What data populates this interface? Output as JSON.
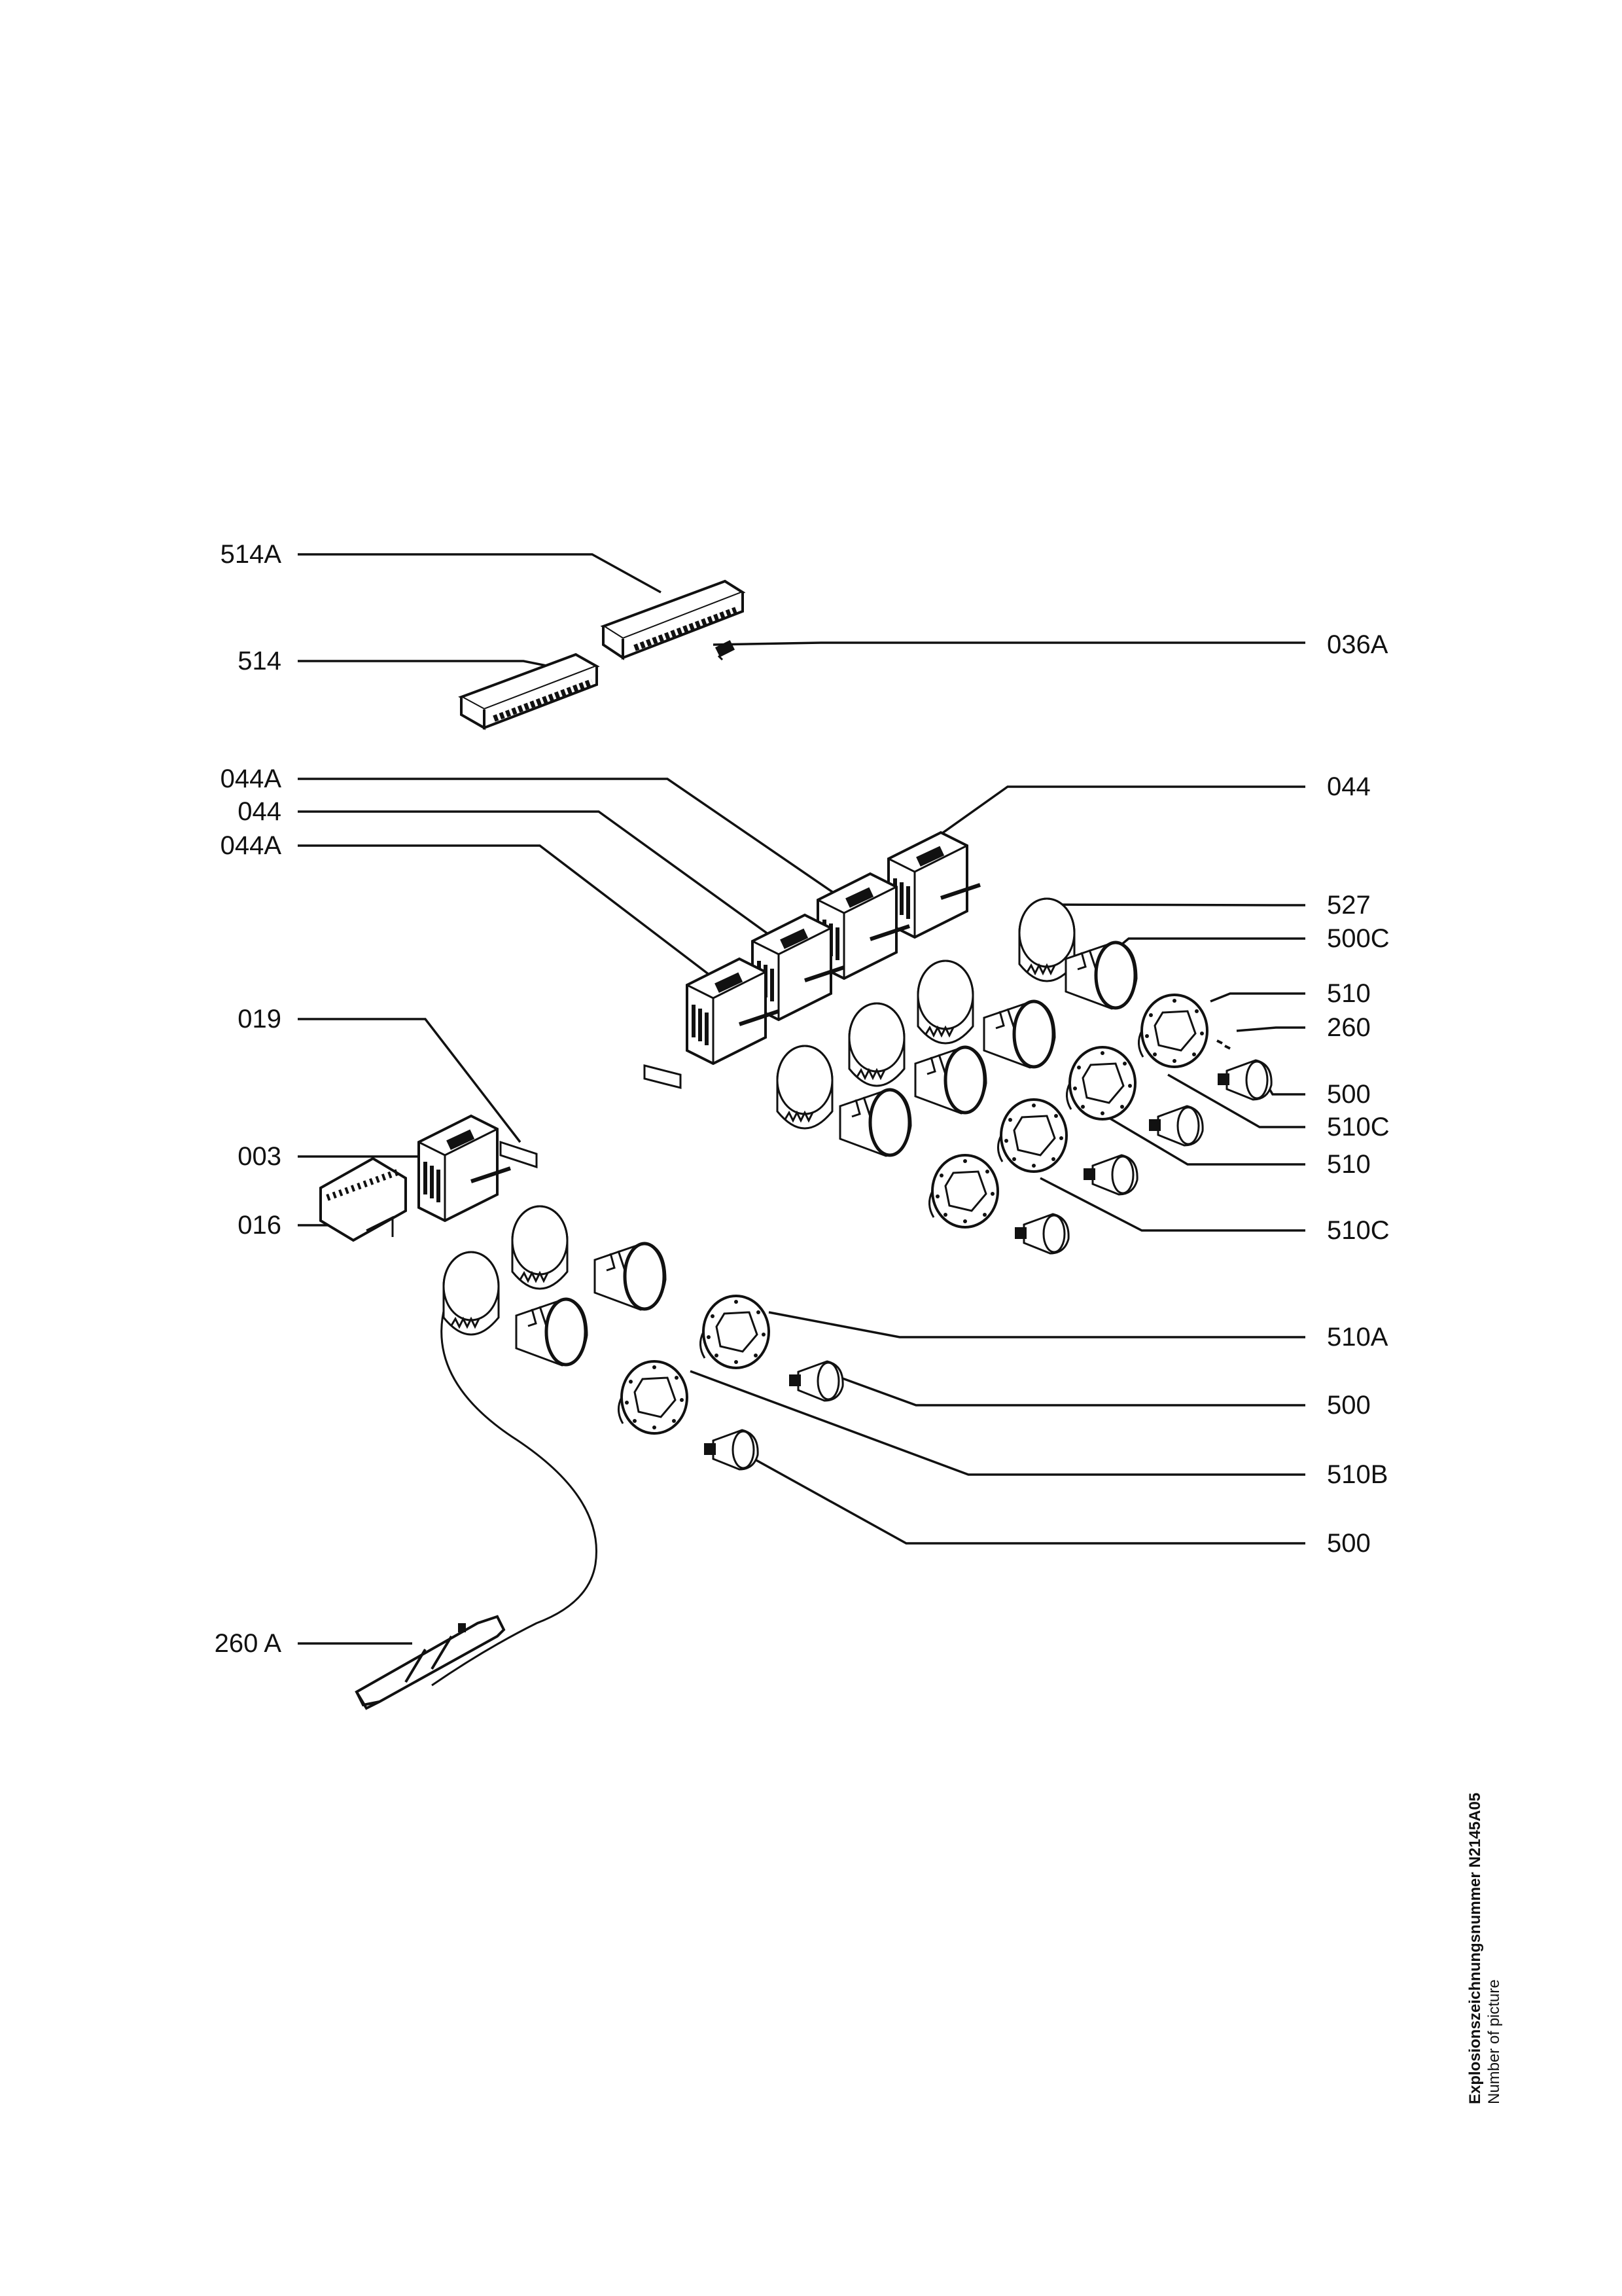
{
  "labels": {
    "l_514A": "514A",
    "l_514": "514",
    "l_036A": "036A",
    "l_044A_1": "044A",
    "l_044_1": "044",
    "l_044A_2": "044A",
    "l_044_r": "044",
    "l_527": "527",
    "l_500C": "500C",
    "l_510_1": "510",
    "l_260": "260",
    "l_500_1": "500",
    "l_510C_1": "510C",
    "l_510_2": "510",
    "l_510C_2": "510C",
    "l_019": "019",
    "l_003": "003",
    "l_016": "016",
    "l_510A": "510A",
    "l_500_2": "500",
    "l_510B": "510B",
    "l_500_3": "500",
    "l_260A": "260 A"
  },
  "caption": {
    "line1": "Explosionszeichnungsnummer N2145A05",
    "line2": "Number of picture"
  }
}
